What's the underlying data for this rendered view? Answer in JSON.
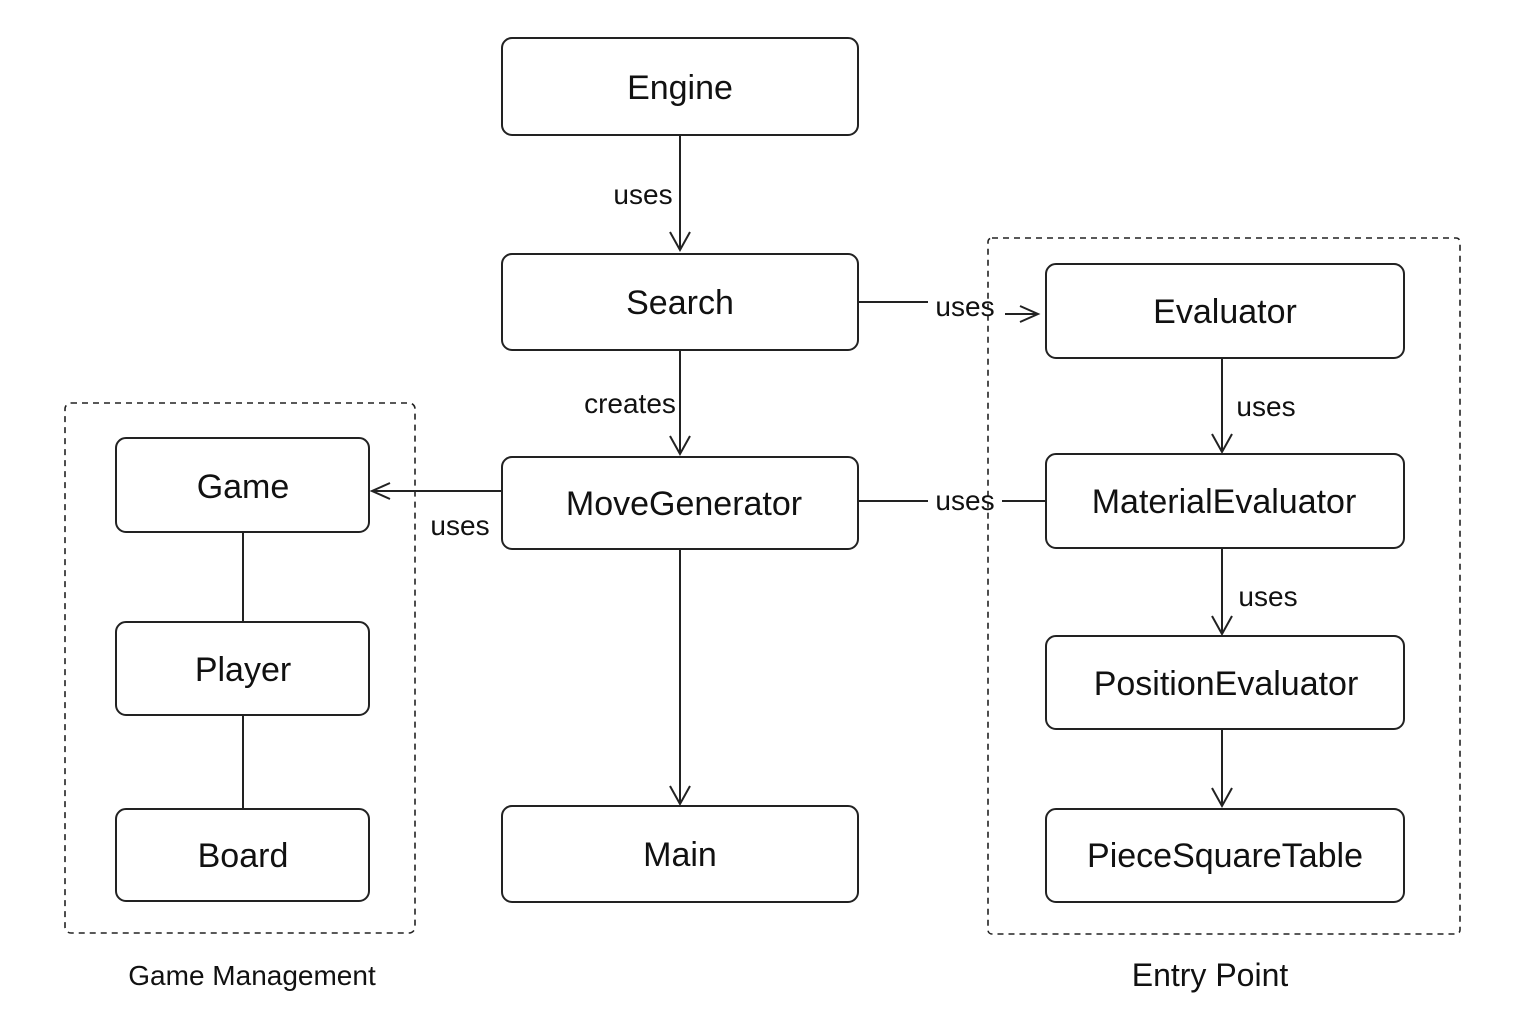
{
  "groups": {
    "game_management": {
      "label": "Game Management"
    },
    "entry_point": {
      "label": "Entry Point"
    }
  },
  "nodes": {
    "engine": {
      "label": "Engine"
    },
    "search": {
      "label": "Search"
    },
    "move_generator": {
      "label": "MoveGenerator"
    },
    "main": {
      "label": "Main"
    },
    "game": {
      "label": "Game"
    },
    "player": {
      "label": "Player"
    },
    "board": {
      "label": "Board"
    },
    "evaluator": {
      "label": "Evaluator"
    },
    "material_evaluator": {
      "label": "MaterialEvaluator"
    },
    "position_evaluator": {
      "label": "PositionEvaluator"
    },
    "piece_square_table": {
      "label": "PieceSquareTable"
    }
  },
  "edges": {
    "engine_search": {
      "label": "uses"
    },
    "search_evaluator": {
      "label": "uses"
    },
    "search_move_generator": {
      "label": "creates"
    },
    "move_generator_game": {
      "label": "uses"
    },
    "move_generator_material_evaluator": {
      "label": "uses"
    },
    "evaluator_material_evaluator": {
      "label": "uses"
    },
    "material_evaluator_position_evaluator": {
      "label": "uses"
    },
    "position_evaluator_piece_square_table": {
      "label": ""
    },
    "move_generator_main": {
      "label": ""
    },
    "game_player": {
      "label": ""
    },
    "player_board": {
      "label": ""
    }
  },
  "colors": {
    "stroke": "#222222",
    "text": "#111111",
    "background": "#ffffff"
  }
}
